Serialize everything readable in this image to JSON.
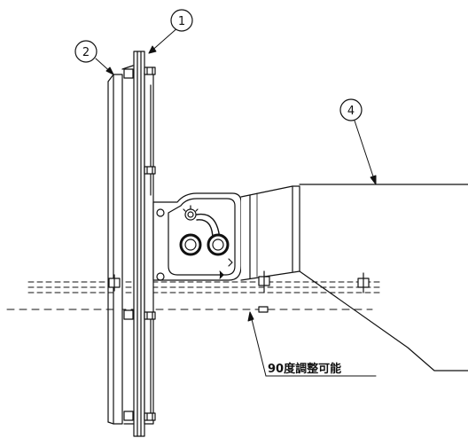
{
  "callouts": [
    {
      "id": "1",
      "label": "1"
    },
    {
      "id": "2",
      "label": "2"
    },
    {
      "id": "4",
      "label": "4"
    }
  ],
  "annotation": {
    "text": "90度調整可能"
  },
  "colors": {
    "line": "#111111",
    "dashed": "#222222",
    "background": "#ffffff"
  }
}
